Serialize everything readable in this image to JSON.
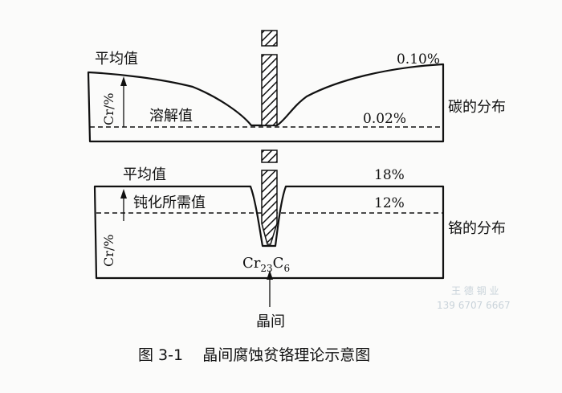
{
  "carbon": {
    "avg_label": "平均值",
    "avg_value": "0.10%",
    "dissolve_label": "溶解值",
    "dissolve_value": "0.02%",
    "axis_label": "Cr/%",
    "side_label": "碳的分布"
  },
  "chromium": {
    "avg_label": "平均值",
    "avg_value": "18%",
    "passivation_label": "钝化所需值",
    "passivation_value": "12%",
    "axis_label": "Cr/%",
    "side_label": "铬的分布",
    "carbide_base": "Cr",
    "carbide_sub1": "23",
    "carbide_c": "C",
    "carbide_sub2": "6"
  },
  "grain_boundary_label": "晶间",
  "watermark": {
    "company": "王 德 钢 业",
    "phone": "139 6707 6667"
  },
  "caption": "图 3-1    晶间腐蚀贫铬理论示意图",
  "colors": {
    "ink": "#111111",
    "paper": "#fbfbfa",
    "watermark": "#c9d3da"
  }
}
